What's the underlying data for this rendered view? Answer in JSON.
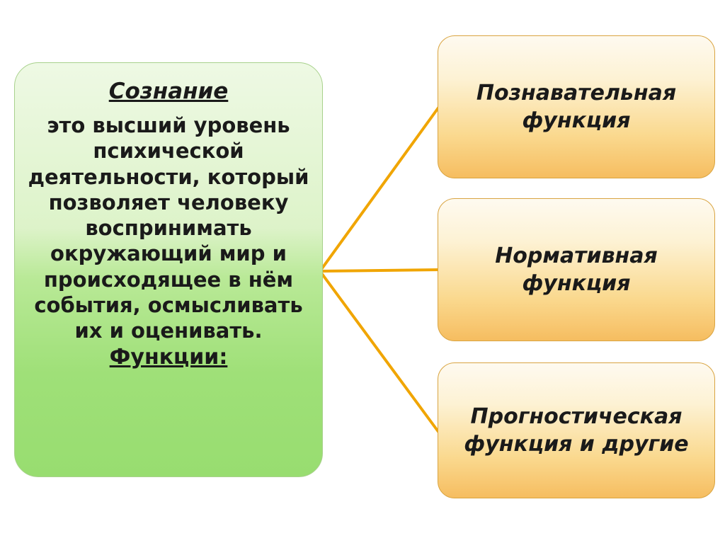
{
  "slide": {
    "left_panel": {
      "title": "Сознание",
      "body": "это высший уровень психической деятельности, который позволяет человеку воспринимать окружающий мир и происходящее в нём события, осмысливать их и оценивать.",
      "footer": "Функции:"
    },
    "functions": [
      {
        "label": "Познавательная функция"
      },
      {
        "label": "Нормативная функция"
      },
      {
        "label": "Прогностическая функция и другие"
      }
    ],
    "colors": {
      "connector": "#F0A500",
      "left_box_top": "#EEF9E4",
      "left_box_bottom": "#98DD70",
      "right_box_top": "#FEFAF0",
      "right_box_bottom": "#F6BD60",
      "text": "#1A1A1A"
    }
  }
}
